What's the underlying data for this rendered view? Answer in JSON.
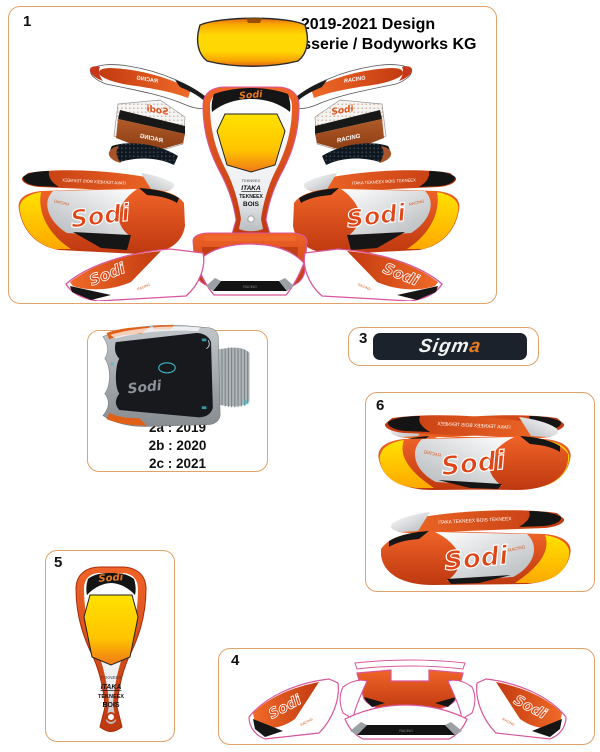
{
  "title": {
    "line1": "2019-2021 Design",
    "line2": "Carrosserie / Bodyworks KG"
  },
  "panels": {
    "p1": {
      "num": "1"
    },
    "p2": {
      "variants": [
        "2a : 2019",
        "2b : 2020",
        "2c : 2021"
      ]
    },
    "p3": {
      "num": "3"
    },
    "p4": {
      "num": "4"
    },
    "p5": {
      "num": "5"
    },
    "p6": {
      "num": "6"
    }
  },
  "branding": {
    "sodi": "Sodi",
    "racing": "RACING",
    "sigma_main": "Sigm",
    "sigma_accent": "a",
    "sponsor_strip": "ITAKA  TEKNEEX  BOIS  TEKNEEX",
    "sponsor_stack": [
      "TEKNEEX",
      "ITAKA",
      "TEKNEEX",
      "BOIS"
    ]
  },
  "colors": {
    "panel_border": "#E2A269",
    "orange": "#DD4A1C",
    "yellow": "#FFD300",
    "outline_pink": "#D9569B",
    "sigma_bg": "#1B222B",
    "sigma_accent": "#E87A1E",
    "teal": "#3FB8C9"
  }
}
